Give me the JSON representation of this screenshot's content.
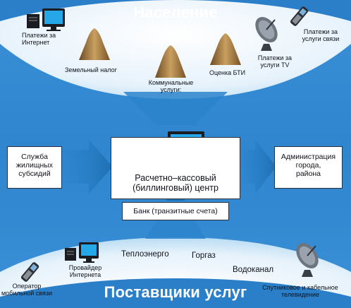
{
  "top": {
    "title": "Население",
    "items": {
      "internet_pay": "Платежи за\nИнтернет",
      "land_tax": "Земельный налог",
      "utilities": "Коммунальные\nуслуги:",
      "bti": "Оценка БТИ",
      "tv_pay": "Платежи за\nуслуги TV",
      "telecom_pay": "Платежи за\nуслуги связи"
    }
  },
  "middle": {
    "subsidy_service": "Служба\nжилищных\nсубсидий",
    "center": "Расчетно–кассовый\n(биллинговый) центр",
    "administration": "Администрация\nгорода,\nрайона",
    "bank": "Банк (транзитные счета)"
  },
  "bottom": {
    "title": "Поставщики услуг",
    "items": {
      "mobile_operator": "Оператор\nмобильной связи",
      "internet_provider": "Провайдер\nИнтернета",
      "teploenergo": "Теплоэнерго",
      "gorgaz": "Горгаз",
      "vodokanal": "Водоканал",
      "satellite_tv": "Спутниковое и кабельное\nтелевидение"
    }
  },
  "colors": {
    "background": "#2f86cf",
    "arc_fill": "#cfe6f7",
    "arrow": "#2b84cc",
    "title_text": "#ffffff"
  },
  "icons": [
    "computer-icon",
    "pyramid-icon",
    "satellite-dish-icon",
    "mobile-phone-icon"
  ]
}
